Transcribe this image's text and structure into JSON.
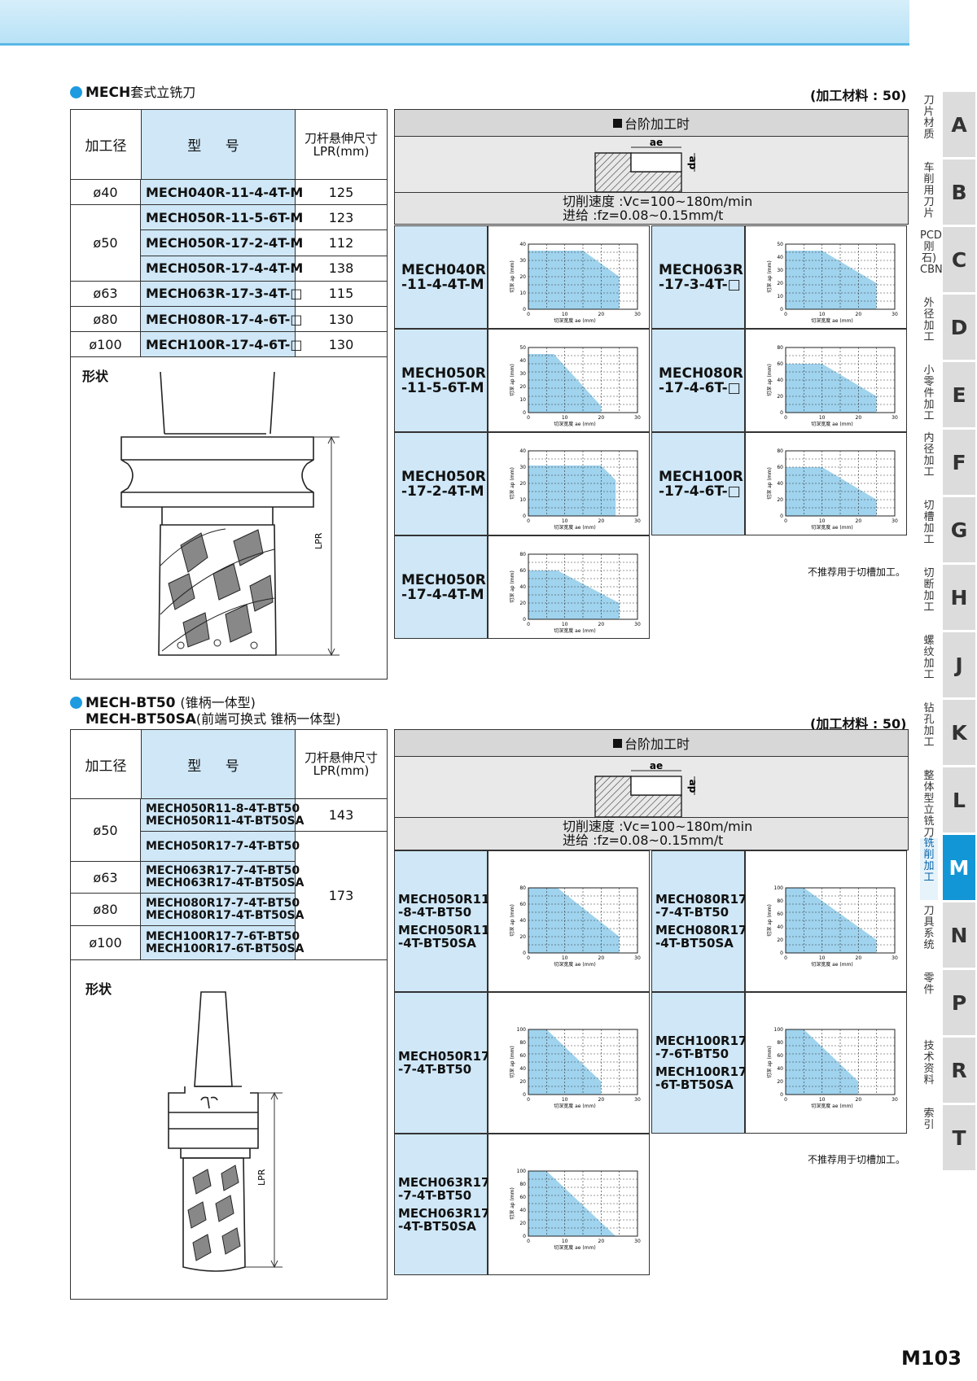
{
  "side_tabs": [
    {
      "cn": "刀片材质",
      "letter": "A",
      "active": false
    },
    {
      "cn": "车削用刀片",
      "letter": "B",
      "active": false
    },
    {
      "cn": "PCD(金刚石) CBN",
      "letter": "C",
      "active": false
    },
    {
      "cn": "外径加工",
      "letter": "D",
      "active": false
    },
    {
      "cn": "小零件加工",
      "letter": "E",
      "active": false
    },
    {
      "cn": "内径加工",
      "letter": "F",
      "active": false
    },
    {
      "cn": "切槽加工",
      "letter": "G",
      "active": false
    },
    {
      "cn": "切断加工",
      "letter": "H",
      "active": false
    },
    {
      "cn": "螺纹加工",
      "letter": "J",
      "active": false
    },
    {
      "cn": "钻孔加工",
      "letter": "K",
      "active": false
    },
    {
      "cn": "整体型立铣刀",
      "letter": "L",
      "active": false
    },
    {
      "cn": "铣削加工",
      "letter": "M",
      "active": true
    },
    {
      "cn": "刀具系统",
      "letter": "N",
      "active": false
    },
    {
      "cn": "零件",
      "letter": "P",
      "active": false
    },
    {
      "cn": "技术资料",
      "letter": "R",
      "active": false
    },
    {
      "cn": "索引",
      "letter": "T",
      "active": false
    }
  ],
  "section1": {
    "title_en": "MECH",
    "title_cn": "套式立铣刀",
    "material": "(加工材料 : 50)",
    "headers": {
      "dia": "加工径",
      "model": "型 号",
      "lpr1": "刀杆悬伸尺寸",
      "lpr2": "LPR(mm)"
    },
    "rows": [
      {
        "dia": "ø40",
        "model": "MECH040R-11-4-4T-M",
        "lpr": "125"
      },
      {
        "dia": "ø50",
        "model": "MECH050R-11-5-6T-M",
        "lpr": "123"
      },
      {
        "dia": "",
        "model": "MECH050R-17-2-4T-M",
        "lpr": "112"
      },
      {
        "dia": "",
        "model": "MECH050R-17-4-4T-M",
        "lpr": "138"
      },
      {
        "dia": "ø63",
        "model": "MECH063R-17-3-4T-□",
        "lpr": "115"
      },
      {
        "dia": "ø80",
        "model": "MECH080R-17-4-6T-□",
        "lpr": "130"
      },
      {
        "dia": "ø100",
        "model": "MECH100R-17-4-6T-□",
        "lpr": "130"
      }
    ],
    "shape_label": "形状",
    "lpr_label": "LPR",
    "panel_title": "台阶加工时",
    "ae_label": "ae",
    "ap_label": "ap",
    "cond1": "切削速度 :Vc=100~180m/min",
    "cond2": "进给 :fz=0.08~0.15mm/t",
    "chart_models": [
      [
        "MECH040R",
        "-11-4-4T-M"
      ],
      [
        "MECH063R",
        "-17-3-4T-□"
      ],
      [
        "MECH050R",
        "-11-5-6T-M"
      ],
      [
        "MECH080R",
        "-17-4-6T-□"
      ],
      [
        "MECH050R",
        "-17-2-4T-M"
      ],
      [
        "MECH100R",
        "-17-4-6T-□"
      ],
      [
        "MECH050R",
        "-17-4-4T-M"
      ]
    ],
    "note": "不推荐用于切槽加工。"
  },
  "section2": {
    "title1_en": "MECH-BT50",
    "title1_cn": "(锥柄一体型)",
    "title2_en": "MECH-BT50SA",
    "title2_cn": "(前端可换式 锥柄一体型)",
    "material": "(加工材料 : 50)",
    "headers": {
      "dia": "加工径",
      "model": "型 号",
      "lpr1": "刀杆悬伸尺寸",
      "lpr2": "LPR(mm)"
    },
    "rows": [
      {
        "dia": "ø50",
        "model": [
          "MECH050R11-8-4T-BT50",
          "MECH050R11-4T-BT50SA"
        ],
        "lpr": "143"
      },
      {
        "dia": "",
        "model": [
          "MECH050R17-7-4T-BT50"
        ],
        "lpr": ""
      },
      {
        "dia": "ø63",
        "model": [
          "MECH063R17-7-4T-BT50",
          "MECH063R17-4T-BT50SA"
        ],
        "lpr": ""
      },
      {
        "dia": "ø80",
        "model": [
          "MECH080R17-7-4T-BT50",
          "MECH080R17-4T-BT50SA"
        ],
        "lpr": "173"
      },
      {
        "dia": "ø100",
        "model": [
          "MECH100R17-7-6T-BT50",
          "MECH100R17-6T-BT50SA"
        ],
        "lpr": ""
      }
    ],
    "shape_label": "形状",
    "lpr_label": "LPR",
    "panel_title": "台阶加工时",
    "ae_label": "ae",
    "ap_label": "ap",
    "cond1": "切削速度 :Vc=100~180m/min",
    "cond2": "进给 :fz=0.08~0.15mm/t",
    "chart_models": [
      [
        "MECH050R11",
        "-8-4T-BT50",
        "MECH050R11",
        "-4T-BT50SA"
      ],
      [
        "MECH080R17",
        "-7-4T-BT50",
        "MECH080R17",
        "-4T-BT50SA"
      ],
      [
        "MECH050R17",
        "-7-4T-BT50"
      ],
      [
        "MECH100R17",
        "-7-6T-BT50",
        "MECH100R17",
        "-6T-BT50SA"
      ],
      [
        "MECH063R17",
        "-7-4T-BT50",
        "MECH063R17",
        "-4T-BT50SA"
      ]
    ],
    "note": "不推荐用于切槽加工。"
  },
  "chart_axis": {
    "xlabel": "切深宽度 ae (mm)",
    "ylabel": "切深 ap (mm)",
    "xticks": [
      "10",
      "20",
      "30"
    ]
  },
  "chart_data": [
    {
      "type": "area",
      "model": "MECH040R-11-4-4T-M",
      "xlabel": "切深宽度 ae (mm)",
      "ylabel": "切深 ap (mm)",
      "xlim": [
        0,
        30
      ],
      "ylim": [
        0,
        40
      ],
      "yticks": [
        0,
        10,
        20,
        30,
        40
      ],
      "x": [
        0,
        15,
        25,
        25
      ],
      "y": [
        36,
        36,
        20,
        0
      ]
    },
    {
      "type": "area",
      "model": "MECH063R-17-3-4T-□",
      "xlabel": "切深宽度 ae (mm)",
      "ylabel": "切深 ap (mm)",
      "xlim": [
        0,
        30
      ],
      "ylim": [
        0,
        50
      ],
      "yticks": [
        0,
        10,
        20,
        30,
        40,
        50
      ],
      "x": [
        0,
        10,
        25,
        25
      ],
      "y": [
        45,
        45,
        20,
        0
      ]
    },
    {
      "type": "area",
      "model": "MECH050R-11-5-6T-M",
      "xlabel": "切深宽度 ae (mm)",
      "ylabel": "切深 ap (mm)",
      "xlim": [
        0,
        30
      ],
      "ylim": [
        0,
        50
      ],
      "yticks": [
        0,
        10,
        20,
        30,
        40,
        50
      ],
      "x": [
        0,
        7,
        20,
        20
      ],
      "y": [
        45,
        45,
        5,
        0
      ]
    },
    {
      "type": "area",
      "model": "MECH080R-17-4-6T-□",
      "xlabel": "切深宽度 ae (mm)",
      "ylabel": "切深 ap (mm)",
      "xlim": [
        0,
        30
      ],
      "ylim": [
        0,
        80
      ],
      "yticks": [
        0,
        20,
        40,
        60,
        80
      ],
      "x": [
        0,
        10,
        25,
        25
      ],
      "y": [
        60,
        60,
        20,
        0
      ]
    },
    {
      "type": "area",
      "model": "MECH050R-17-2-4T-M",
      "xlabel": "切深宽度 ae (mm)",
      "ylabel": "切深 ap (mm)",
      "xlim": [
        0,
        30
      ],
      "ylim": [
        0,
        40
      ],
      "yticks": [
        0,
        10,
        20,
        30,
        40
      ],
      "x": [
        0,
        20,
        24,
        24
      ],
      "y": [
        31,
        31,
        22,
        0
      ]
    },
    {
      "type": "area",
      "model": "MECH100R-17-4-6T-□",
      "xlabel": "切深宽度 ae (mm)",
      "ylabel": "切深 ap (mm)",
      "xlim": [
        0,
        30
      ],
      "ylim": [
        0,
        80
      ],
      "yticks": [
        0,
        20,
        40,
        60,
        80
      ],
      "x": [
        0,
        10,
        25,
        25
      ],
      "y": [
        60,
        60,
        20,
        0
      ]
    },
    {
      "type": "area",
      "model": "MECH050R-17-4-4T-M",
      "xlabel": "切深宽度 ae (mm)",
      "ylabel": "切深 ap (mm)",
      "xlim": [
        0,
        30
      ],
      "ylim": [
        0,
        80
      ],
      "yticks": [
        0,
        20,
        40,
        60,
        80
      ],
      "x": [
        0,
        8,
        25,
        25
      ],
      "y": [
        60,
        60,
        20,
        0
      ]
    },
    {
      "type": "area",
      "model": "MECH050R11-8-4T-BT50 / MECH050R11-4T-BT50SA",
      "xlabel": "切深宽度 ae (mm)",
      "ylabel": "切深 ap (mm)",
      "xlim": [
        0,
        30
      ],
      "ylim": [
        0,
        80
      ],
      "yticks": [
        0,
        20,
        40,
        60,
        80
      ],
      "x": [
        0,
        8,
        25,
        25
      ],
      "y": [
        80,
        80,
        20,
        0
      ]
    },
    {
      "type": "area",
      "model": "MECH080R17-7-4T-BT50 / MECH080R17-4T-BT50SA",
      "xlabel": "切深宽度 ae (mm)",
      "ylabel": "切深 ap (mm)",
      "xlim": [
        0,
        30
      ],
      "ylim": [
        0,
        100
      ],
      "yticks": [
        0,
        20,
        40,
        60,
        80,
        100
      ],
      "x": [
        0,
        5,
        25,
        25
      ],
      "y": [
        100,
        100,
        20,
        0
      ]
    },
    {
      "type": "area",
      "model": "MECH050R17-7-4T-BT50",
      "xlabel": "切深宽度 ae (mm)",
      "ylabel": "切深 ap (mm)",
      "xlim": [
        0,
        30
      ],
      "ylim": [
        0,
        100
      ],
      "yticks": [
        0,
        20,
        40,
        60,
        80,
        100
      ],
      "x": [
        0,
        5,
        20,
        20
      ],
      "y": [
        100,
        100,
        20,
        0
      ]
    },
    {
      "type": "area",
      "model": "MECH100R17-7-6T-BT50 / MECH100R17-6T-BT50SA",
      "xlabel": "切深宽度 ae (mm)",
      "ylabel": "切深 ap (mm)",
      "xlim": [
        0,
        30
      ],
      "ylim": [
        0,
        100
      ],
      "yticks": [
        0,
        20,
        40,
        60,
        80,
        100
      ],
      "x": [
        0,
        5,
        20,
        20
      ],
      "y": [
        100,
        100,
        20,
        0
      ]
    },
    {
      "type": "area",
      "model": "MECH063R17-7-4T-BT50 / MECH063R17-4T-BT50SA",
      "xlabel": "切深宽度 ae (mm)",
      "ylabel": "切深 ap (mm)",
      "xlim": [
        0,
        30
      ],
      "ylim": [
        0,
        100
      ],
      "yticks": [
        0,
        20,
        40,
        60,
        80,
        100
      ],
      "x": [
        0,
        5,
        24,
        24
      ],
      "y": [
        100,
        100,
        0,
        0
      ]
    }
  ],
  "page_number": "M103",
  "colors": {
    "accent": "#1e9be0",
    "cell_blue": "#cfe7f6",
    "area_blue": "#9fd3ee",
    "tab_active": "#1396d6"
  }
}
